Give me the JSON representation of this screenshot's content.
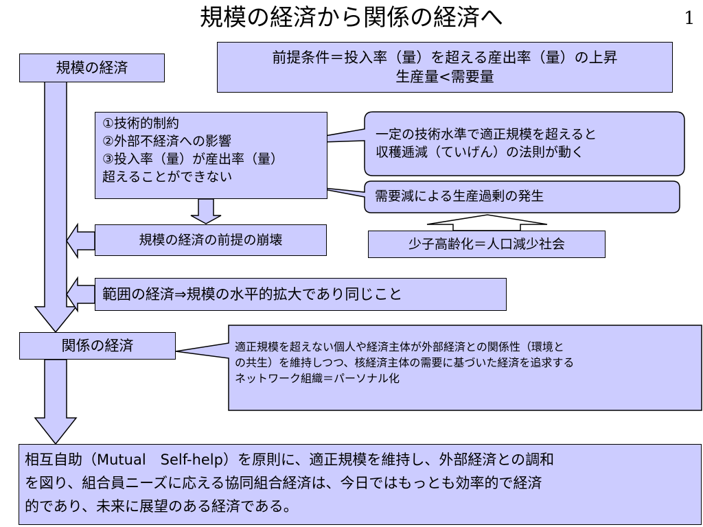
{
  "slide": {
    "title": "規模の経済から関係の経済へ",
    "page_number": "1"
  },
  "nodes": {
    "economy_of_scale": "規模の経済",
    "premise_line1": "前提条件＝投入率（量）を超える産出率（量）の上昇",
    "premise_line2": "生産量<需要量",
    "constraints": [
      "①技術的制約",
      "②外部不経済への影響",
      "③投入率（量）が産出率（量）",
      "超えることができない"
    ],
    "diminishing_returns": [
      "一定の技術水準で適正規模を超えると",
      "収穫逓減（ていげん）の法則が動く"
    ],
    "overproduction": "需要減による生産過剰の発生",
    "premise_collapse": "規模の経済の前提の崩壊",
    "aging_society": "少子高齢化＝人口減少社会",
    "economy_of_scope": "範囲の経済⇒規模の水平的拡大であり同じこと",
    "economy_of_relation": "関係の経済",
    "relation_description": [
      "適正規模を超えない個人や経済主体が外部経済との関係性（環境と",
      "の共生）を維持しつつ、核経済主体の需要に基づいた経済を追求する",
      "ネットワーク組織＝パーソナル化"
    ],
    "conclusion": [
      "相互自助（Mutual　Self-help）を原則に、適正規模を維持し、外部経済との調和",
      "を図り、組合員ニーズに応える協同組合経済は、今日ではもっとも効率的で経済",
      "的であり、未来に展望のある経済である。"
    ]
  },
  "colors": {
    "box_fill": "#ccccff",
    "stroke": "#000000"
  }
}
